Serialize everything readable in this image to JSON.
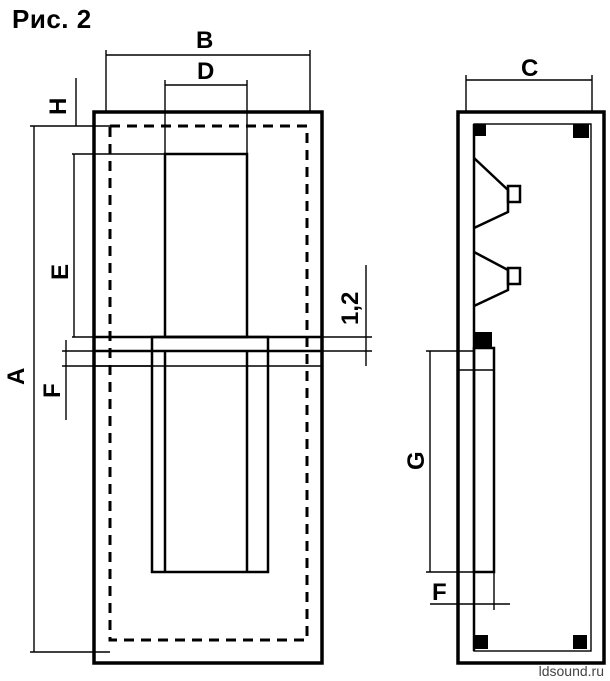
{
  "figure": {
    "title": "Рис. 2",
    "watermark": "ldsound.ru"
  },
  "labels": {
    "A": "A",
    "B": "B",
    "C": "C",
    "D": "D",
    "E": "E",
    "F_front": "F",
    "F_side": "F",
    "G": "G",
    "H": "H",
    "thickness": "1,2"
  }
}
